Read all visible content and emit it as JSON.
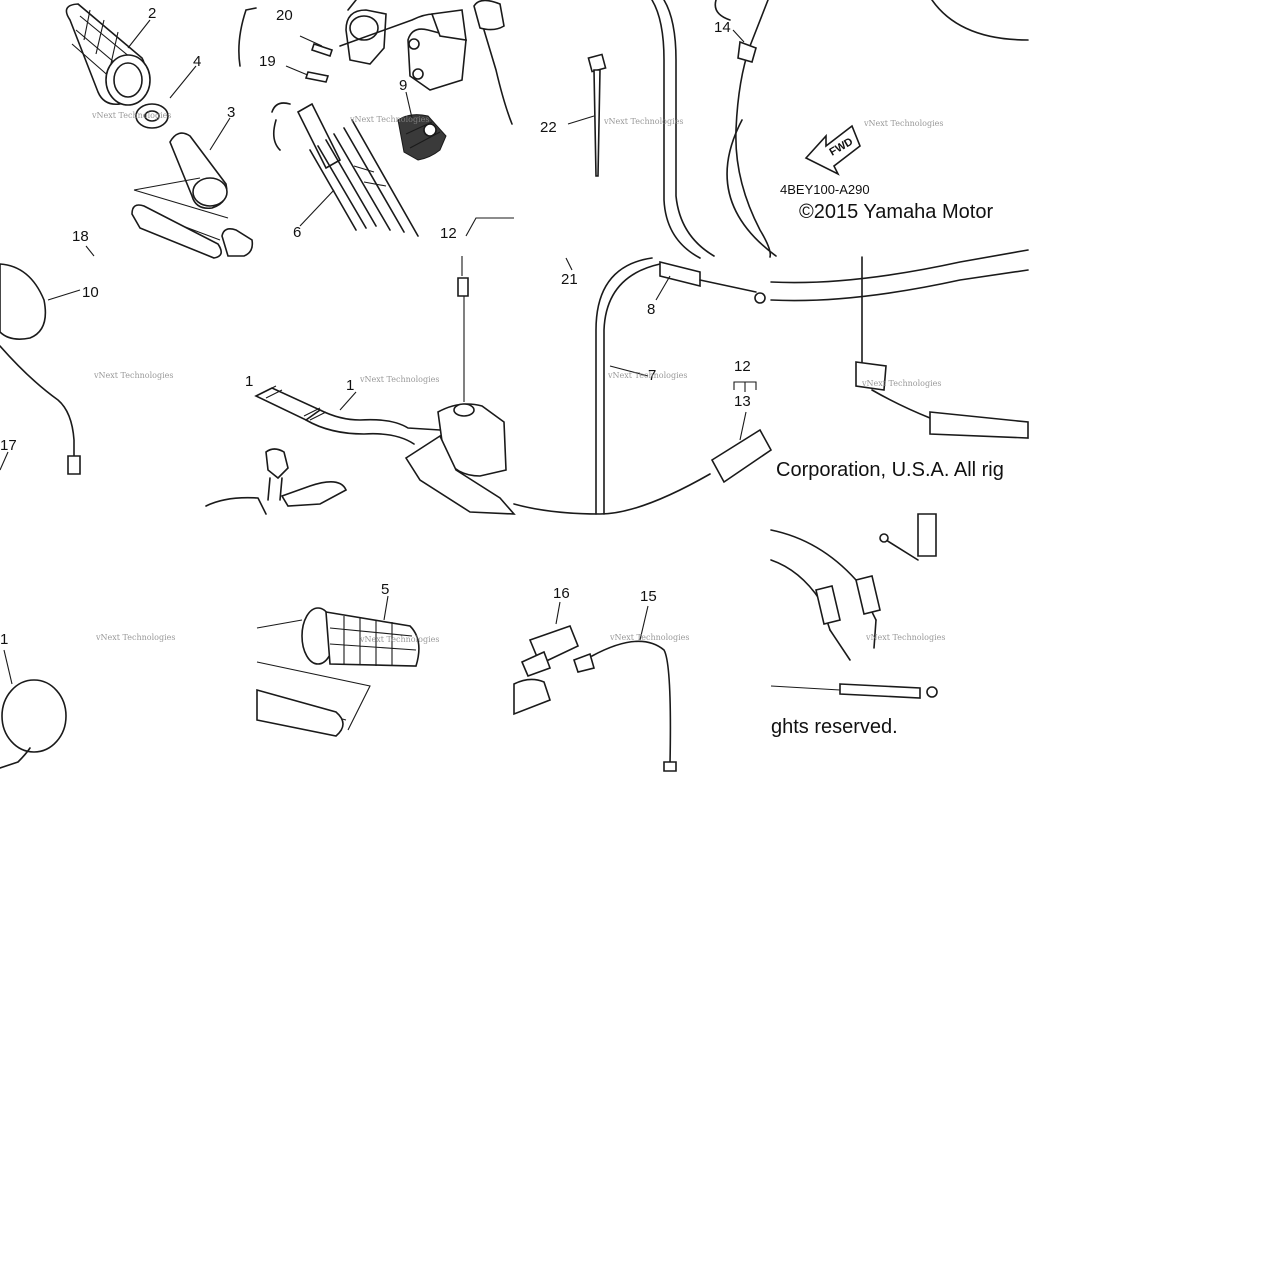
{
  "diagram": {
    "part_code": "4BEY100-A290",
    "copyright_line_1": "©2015 Yamaha Motor",
    "copyright_line_2": "Corporation, U.S.A. All rig",
    "copyright_line_3": "ghts reserved.",
    "fwd_label": "FWD",
    "watermark": "vNext Technologies",
    "callouts": {
      "c1a": "1",
      "c1b": "1",
      "c1c": "1",
      "c2": "2",
      "c3": "3",
      "c4": "4",
      "c5": "5",
      "c6": "6",
      "c7": "7",
      "c8": "8",
      "c9": "9",
      "c10": "10",
      "c12a": "12",
      "c12b": "12",
      "c13": "13",
      "c14": "14",
      "c15": "15",
      "c16": "16",
      "c17": "17",
      "c18": "18",
      "c19": "19",
      "c20": "20",
      "c21": "21",
      "c22": "22"
    }
  }
}
